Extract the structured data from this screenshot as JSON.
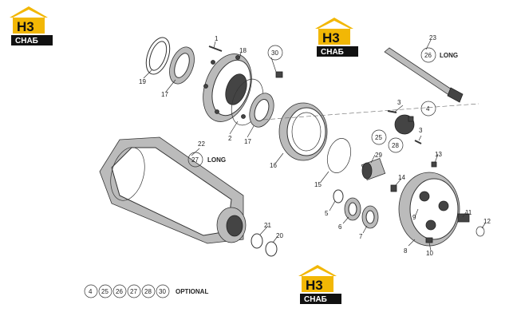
{
  "logo": {
    "mark": "H3",
    "text": "СНАБ",
    "colors": {
      "roof": "#f2b705",
      "box": "#111111",
      "text": "#ffffff"
    }
  },
  "callouts": [
    {
      "num": "1"
    },
    {
      "num": "18"
    },
    {
      "num": "30",
      "circled": true
    },
    {
      "num": "19"
    },
    {
      "num": "17"
    },
    {
      "num": "2"
    },
    {
      "num": "17"
    },
    {
      "num": "22"
    },
    {
      "num": "27",
      "circled": true
    },
    {
      "num": "16"
    },
    {
      "num": "23"
    },
    {
      "num": "26",
      "circled": true
    },
    {
      "num": "3"
    },
    {
      "num": "4",
      "circled": true
    },
    {
      "num": "3"
    },
    {
      "num": "25",
      "circled": true
    },
    {
      "num": "28",
      "circled": true
    },
    {
      "num": "29"
    },
    {
      "num": "15"
    },
    {
      "num": "13"
    },
    {
      "num": "14"
    },
    {
      "num": "5"
    },
    {
      "num": "6"
    },
    {
      "num": "7"
    },
    {
      "num": "21"
    },
    {
      "num": "20"
    },
    {
      "num": "11"
    },
    {
      "num": "12"
    },
    {
      "num": "9"
    },
    {
      "num": "8"
    },
    {
      "num": "10"
    }
  ],
  "long_labels": [
    "LONG",
    "LONG"
  ],
  "legend": {
    "items": [
      "4",
      "25",
      "26",
      "27",
      "28",
      "30"
    ],
    "label": "OPTIONAL"
  }
}
